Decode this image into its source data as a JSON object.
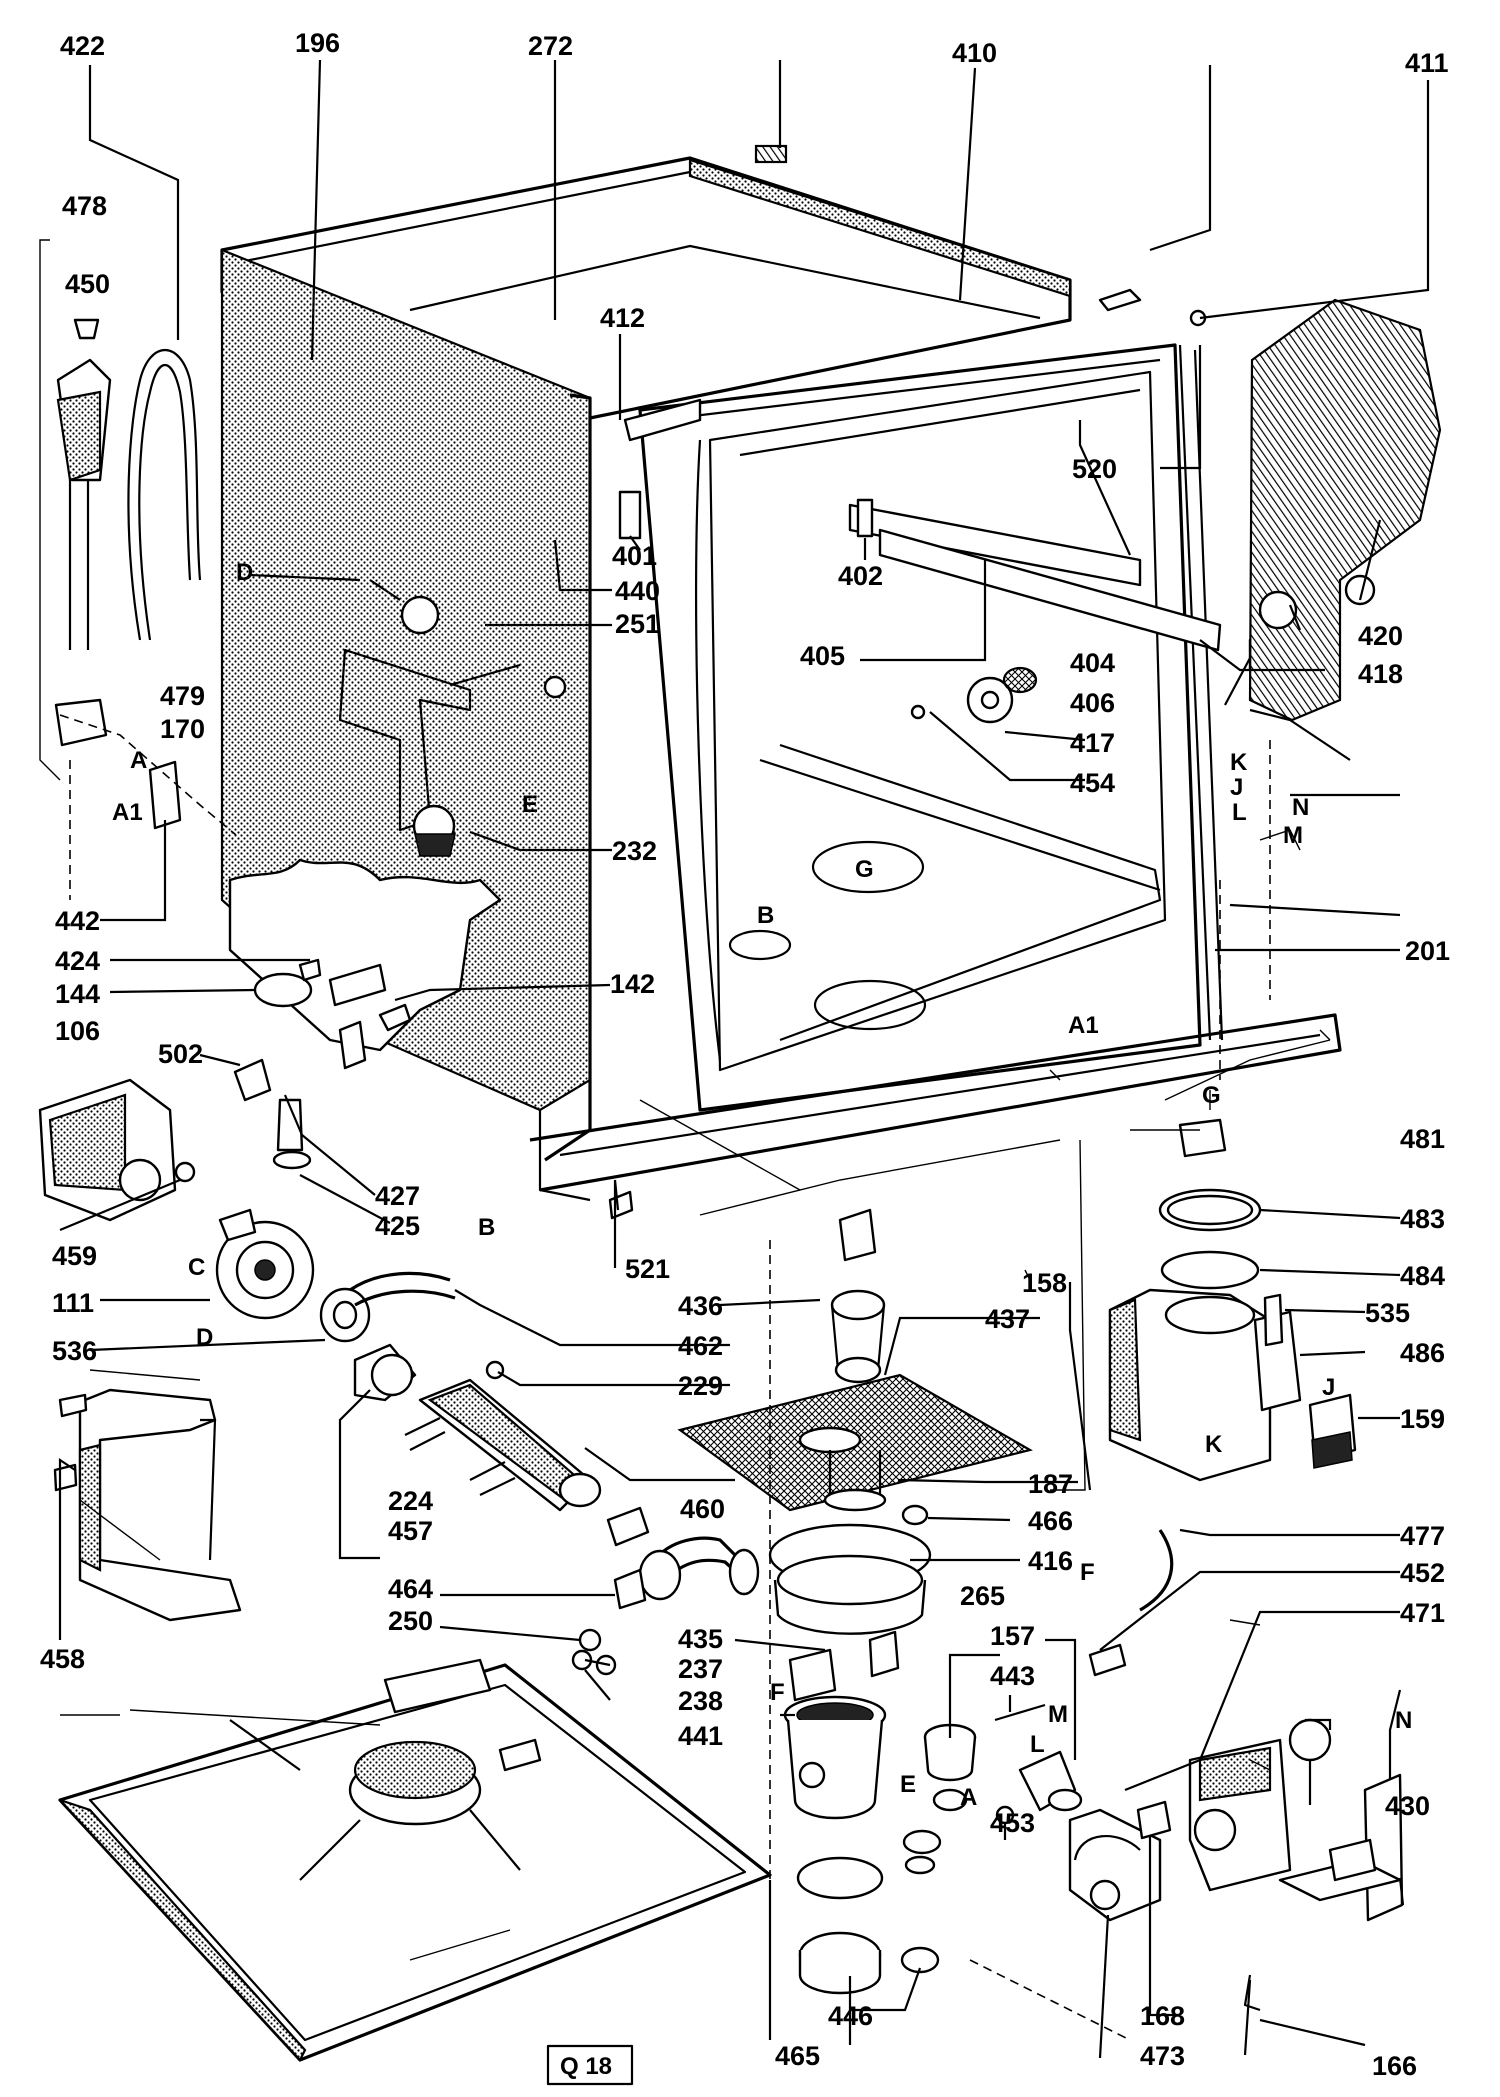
{
  "diagram": {
    "labels": [
      "422",
      "196",
      "272",
      "410",
      "411",
      "478",
      "450",
      "412",
      "520",
      "420",
      "418",
      "401",
      "402",
      "440",
      "251",
      "405",
      "404",
      "406",
      "417",
      "454",
      "479",
      "170",
      "232",
      "442",
      "424",
      "142",
      "144",
      "201",
      "106",
      "502",
      "427",
      "425",
      "459",
      "481",
      "521",
      "483",
      "111",
      "484",
      "536",
      "462",
      "436",
      "437",
      "535",
      "486",
      "229",
      "158",
      "159",
      "224",
      "457",
      "187",
      "466",
      "460",
      "416",
      "477",
      "265",
      "452",
      "464",
      "250",
      "237",
      "238",
      "435",
      "157",
      "471",
      "443",
      "441",
      "453",
      "430",
      "458",
      "168",
      "465",
      "446",
      "473",
      "166"
    ],
    "letters": [
      "D",
      "A",
      "A1",
      "E",
      "B",
      "G",
      "B",
      "A1",
      "G",
      "C",
      "D",
      "F",
      "F",
      "J",
      "K",
      "K",
      "J",
      "L",
      "N",
      "M",
      "M",
      "L",
      "E",
      "A",
      "N"
    ],
    "plate": "Q 18"
  }
}
